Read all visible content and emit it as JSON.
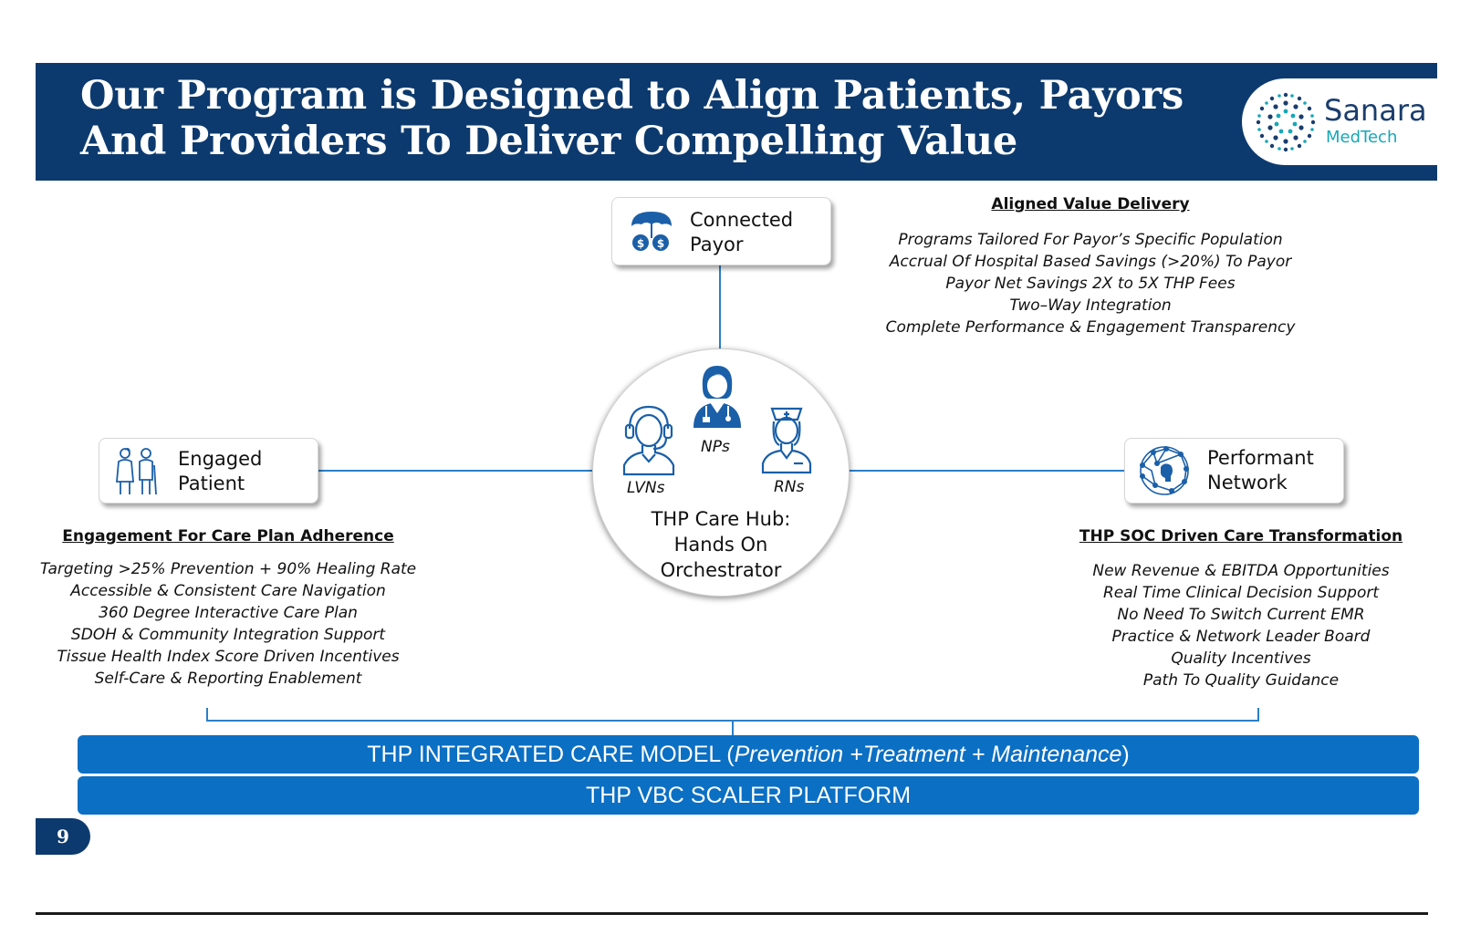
{
  "slide": {
    "title": "Our Program is Designed to Align Patients, Payors\nAnd Providers To Deliver Compelling Value",
    "page_number": "9"
  },
  "logo": {
    "name": "Sanara",
    "sub": "MedTech",
    "icon": "sanara-dots-logo"
  },
  "nodes": {
    "payor": {
      "label": "Connected\nPayor",
      "icon": "umbrella-money-icon"
    },
    "patient": {
      "label": "Engaged\nPatient",
      "icon": "couple-icon"
    },
    "network": {
      "label": "Performant\nNetwork",
      "icon": "network-brain-icon"
    }
  },
  "hub": {
    "title": "THP Care Hub:\nHands On\nOrchestrator",
    "roles": {
      "lvns": "LVNs",
      "nps": "NPs",
      "rns": "RNs"
    }
  },
  "sections": {
    "aligned_value": {
      "heading": "Aligned  Value Delivery",
      "items": [
        "Programs Tailored For Payor’s Specific Population",
        "Accrual Of Hospital Based Savings (>20%) To Payor",
        "Payor Net Savings 2X to 5X THP Fees",
        "Two–Way Integration",
        "Complete Performance & Engagement Transparency"
      ]
    },
    "engagement": {
      "heading": "Engagement For Care Plan Adherence",
      "items": [
        "Targeting >25% Prevention + 90% Healing Rate",
        "Accessible & Consistent Care Navigation",
        "360 Degree Interactive  Care Plan",
        "SDOH & Community Integration Support",
        "Tissue Health Index Score Driven Incentives",
        "Self-Care & Reporting Enablement"
      ]
    },
    "soc": {
      "heading": "THP SOC Driven Care Transformation",
      "items": [
        "New Revenue & EBITDA Opportunities",
        "Real Time Clinical Decision Support",
        "No Need To Switch Current EMR",
        "Practice & Network Leader Board",
        "Quality Incentives",
        "Path To Quality Guidance"
      ]
    }
  },
  "bars": {
    "integrated": {
      "prefix": "THP INTEGRATED CARE MODEL (",
      "emphasis": "Prevention +Treatment + Maintenance",
      "suffix": ")"
    },
    "platform": "THP VBC SCALER PLATFORM"
  },
  "colors": {
    "banner": "#0d3a6e",
    "accent_blue": "#0b6fc4",
    "line_blue": "#2a7fc8",
    "logo_teal": "#17a7b9"
  }
}
